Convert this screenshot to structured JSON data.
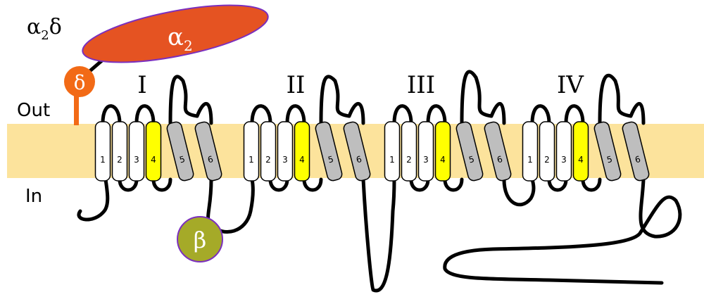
{
  "labels": {
    "complex": "α",
    "complex_sub": "2",
    "complex_tail": "δ",
    "alpha2": "α",
    "alpha2_sub": "2",
    "delta": "δ",
    "beta": "β",
    "out": "Out",
    "in": "In"
  },
  "domains": [
    {
      "numeral": "I",
      "segments": [
        "1",
        "2",
        "3",
        "4",
        "5",
        "6"
      ]
    },
    {
      "numeral": "II",
      "segments": [
        "1",
        "2",
        "3",
        "4",
        "5",
        "6"
      ]
    },
    {
      "numeral": "III",
      "segments": [
        "1",
        "2",
        "3",
        "4",
        "5",
        "6"
      ]
    },
    {
      "numeral": "IV",
      "segments": [
        "1",
        "2",
        "3",
        "4",
        "5",
        "6"
      ]
    }
  ],
  "colors": {
    "membrane": "#FCE39C",
    "alpha2_fill": "#E55322",
    "alpha2_stroke": "#7B2FBE",
    "delta_fill": "#F26A16",
    "beta_fill": "#A5AA28",
    "beta_stroke": "#7B2FBE",
    "s1_s3": "#FFFFFF",
    "s4": "#FFFF00",
    "s5_s6": "#BEBEBE"
  }
}
